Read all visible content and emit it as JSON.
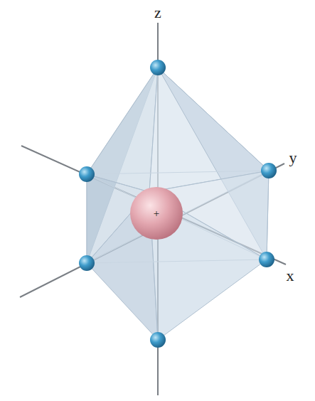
{
  "diagram": {
    "labels": [
      "z",
      "y",
      "x",
      "+"
    ]
  }
}
